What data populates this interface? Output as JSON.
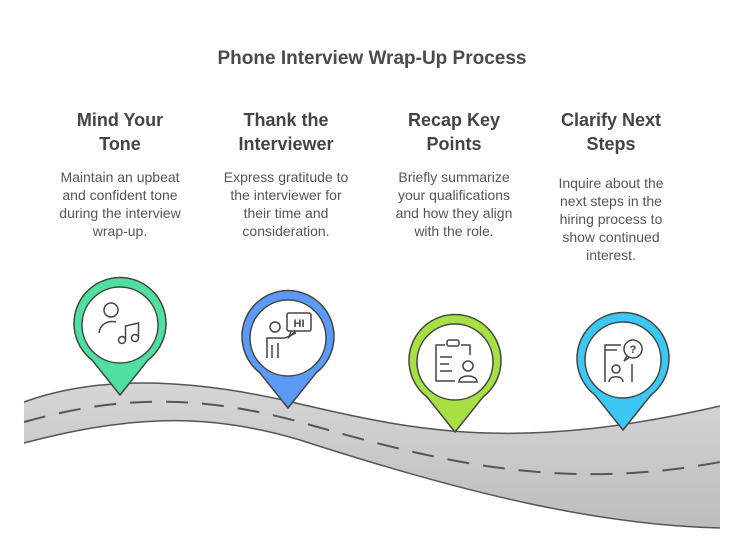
{
  "title": "Phone Interview Wrap-Up Process",
  "steps": [
    {
      "heading_l1": "Mind Your",
      "heading_l2": "Tone",
      "desc": [
        "Maintain an upbeat",
        "and confident tone",
        "during the interview",
        "wrap-up."
      ],
      "icon": "person-music-icon",
      "color": "#4fe0a0"
    },
    {
      "heading_l1": "Thank the",
      "heading_l2": "Interviewer",
      "desc": [
        "Express gratitude to",
        "the interviewer for",
        "their time and",
        "consideration."
      ],
      "icon": "person-speech-hi-icon",
      "color": "#5b9bf7",
      "icon_text": "HI"
    },
    {
      "heading_l1": "Recap Key",
      "heading_l2": "Points",
      "desc": [
        "Briefly summarize",
        "your qualifications",
        "and how they align",
        "with the role."
      ],
      "icon": "clipboard-person-icon",
      "color": "#a6e043"
    },
    {
      "heading_l1": "Clarify Next",
      "heading_l2": "Steps",
      "desc": [
        "Inquire about the",
        "next steps in the",
        "hiring process to",
        "show continued",
        "interest."
      ],
      "icon": "phone-question-icon",
      "color": "#3cc8f5",
      "icon_text": "?"
    }
  ]
}
